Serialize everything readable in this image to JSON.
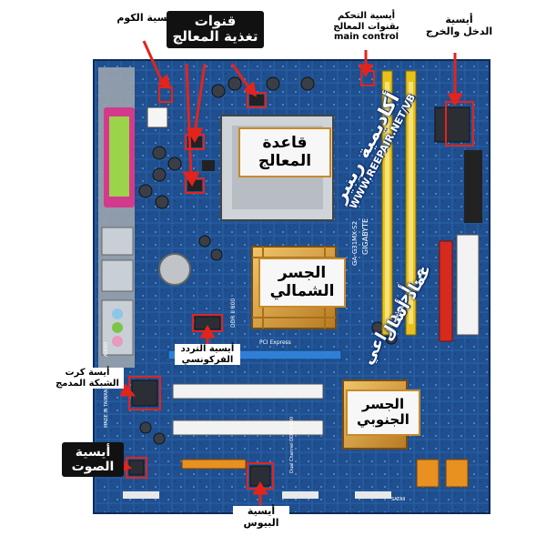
{
  "labels": {
    "ram_controller": "أيسية الكوم",
    "cpu_power_channels": "قنوات\nتغذية المعالج",
    "main_control": "أيسية التحكم\nبقنوات المعالج\nmain control",
    "io_controller": "أيسية\nالدخل والخرج",
    "cpu_socket": "قاعدة\nالمعالج",
    "north_bridge": "الجسر\nالشمالي",
    "south_bridge": "الجسر\nالجنوبي",
    "clock_generator": "أيسية التردد\nالفركونسي",
    "lan_chip": "أيسة كرت\nالشبكة المدمج",
    "audio_chip": "أيسية\nالصوت",
    "bios_chip": "أيسية\nالبيوس"
  },
  "watermarks": {
    "academy": "أكاديمية ريبير",
    "site": "WWW.REEPAIR.NET/VB",
    "author": "م. أحمد راعي",
    "author2": "عماد أشال"
  },
  "board_text": {
    "brand": "GIGABYTE",
    "model": "GA-G31MX-S2",
    "ddr": "DDR II 800",
    "dual": "Dual Channel DDR II 800",
    "pci": "PCI Express",
    "sata": "SATAII",
    "made": "MADE IN TAIWAN",
    "audio": "AUDIO"
  },
  "colors": {
    "pcb": "#1f4f8f",
    "ram_slot": "#e8c21a",
    "red_label_box": "#e3241c",
    "arrow": "#e3241c",
    "heatsink": "#d9a441"
  }
}
